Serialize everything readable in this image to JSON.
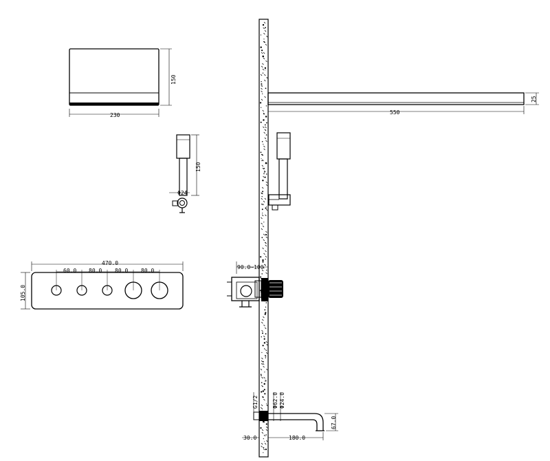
{
  "drawing": {
    "showerhead_top": {
      "width_label": "230",
      "height_label": "150"
    },
    "hand_shower": {
      "height_label": "150",
      "diameter_label": "Φ24"
    },
    "panel": {
      "total_label": "470.0",
      "spacing_labels": [
        "60.0",
        "80.0",
        "80.0",
        "80.0"
      ],
      "height_label": "105.0"
    },
    "arm": {
      "length_label": "550",
      "thickness_label": "25"
    },
    "valve": {
      "depth_labels": "90.0~100"
    },
    "spout": {
      "thread_label": "G1/2",
      "d1_label": "Φ62.0",
      "d2_label": "Φ24.0",
      "length_label": "180.0",
      "height_label": "67.0",
      "offset_label": "30.0"
    }
  }
}
